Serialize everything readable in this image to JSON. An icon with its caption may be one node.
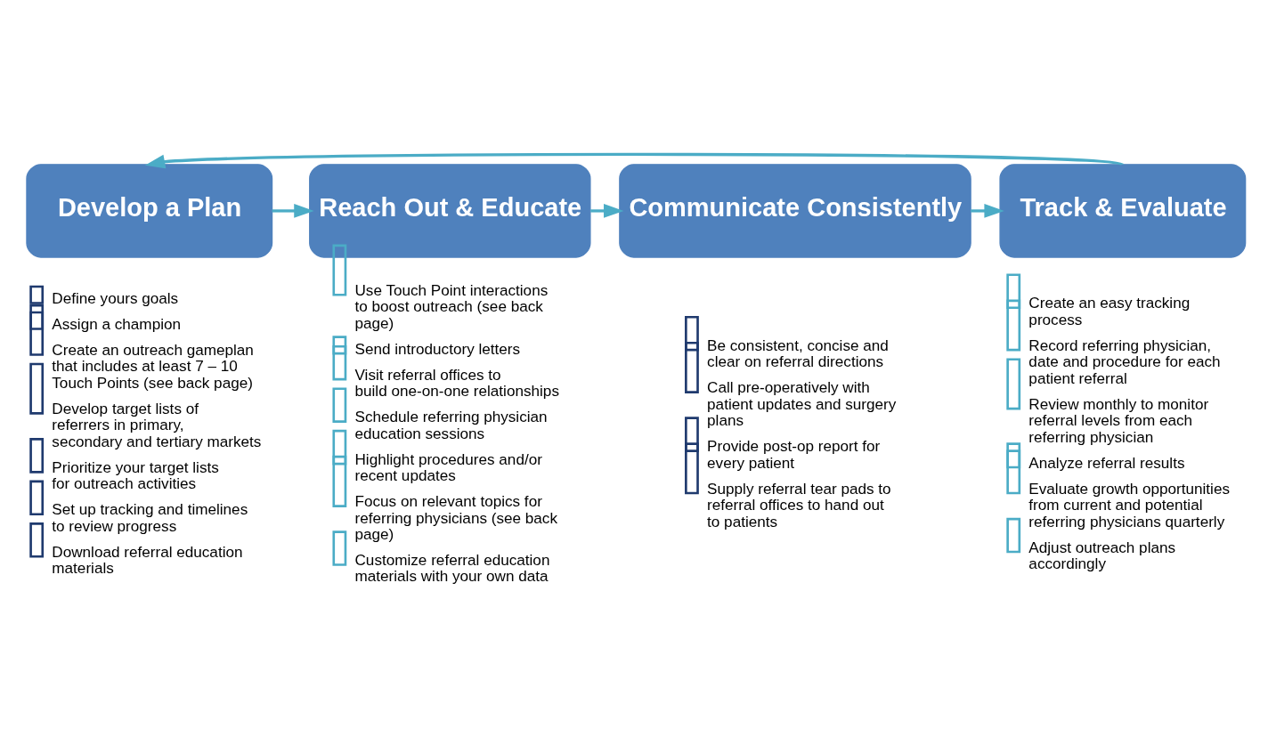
{
  "diagram": {
    "nodes": [
      {
        "text": [
          "Develop a Plan"
        ],
        "beside": [
          "Define yours goals",
          "Assign a champion",
          "Create an outreach gameplan that includes at least 7 – 10 Touch Points (see back page)",
          "Develop target lists of referrers in primary, secondary and tertiary markets",
          "Prioritize your target lists for outreach activities",
          "Set up tracking and timelines to review progress",
          "Download referral education materials"
        ]
      },
      {
        "text": [
          "Reach Out & Educate"
        ],
        "beside": [
          "Use Touch Point interactions to boost outreach (see back page)",
          "Send introductory letters",
          "Visit referral offices to build one-on-one relationships",
          "Schedule referring physician education sessions",
          "Highlight procedures and/or recent updates",
          "Focus on relevant topics for referring physicians (see back page)",
          "Customize referral education materials with your own data"
        ]
      },
      {
        "text": [
          "Communicate Consistently"
        ],
        "beside": [
          "Be consistent, concise and clear on referral directions",
          "Call pre-operatively with patient updates and surgery plans",
          "Provide post-op report for every patient",
          "Supply referral tear pads to referral offices to hand out to patients"
        ]
      },
      {
        "text": [
          "Track & Evaluate"
        ],
        "beside": [
          "Create an easy tracking process",
          "Record referring physician, date and procedure for each patient referral",
          "Review monthly to monitor referral levels from each referring physician",
          "Analyze referral results",
          "Evaluate growth opportunities from current and potential referring physicians quarterly",
          "Adjust outreach plans accordingly"
        ]
      }
    ],
    "edges": [
      {
        "from": 0,
        "to": 1,
        "arrow": "to"
      },
      {
        "from": 1,
        "to": 2,
        "arrow": "to"
      },
      {
        "from": 2,
        "to": 3,
        "arrow": "to"
      },
      {
        "from": 3,
        "to": 0,
        "arrow": "to"
      }
    ]
  }
}
